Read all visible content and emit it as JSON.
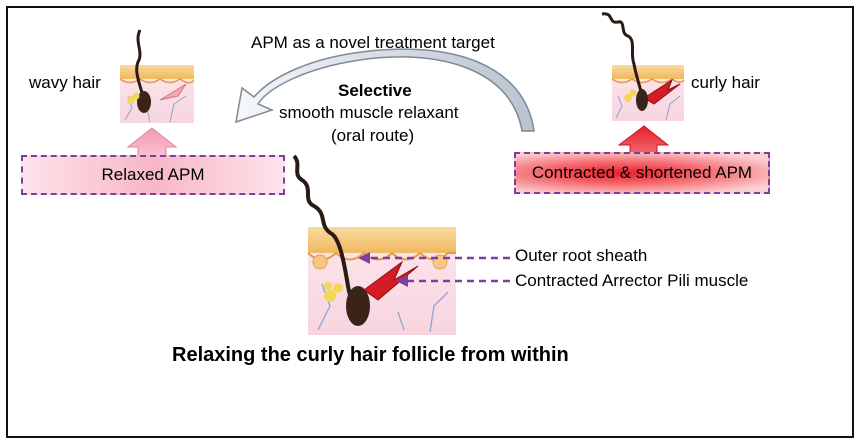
{
  "top_caption": "APM as a novel treatment target",
  "center_text": {
    "line1": "Selective",
    "line2": "smooth muscle relaxant",
    "line3": "(oral route)"
  },
  "left": {
    "hair_label": "wavy hair",
    "box_label": "Relaxed APM"
  },
  "right": {
    "hair_label": "curly hair",
    "box_label": "Contracted & shortened APM"
  },
  "annotations": {
    "outer_root_sheath": "Outer root sheath",
    "contracted_apm": "Contracted Arrector Pili muscle"
  },
  "bottom_caption": "Relaxing the curly hair follicle from within",
  "colors": {
    "dashed_border": "#7a3fa1",
    "relaxed_fill": "#f7b7c6",
    "contracted_fill": "#e8202a",
    "curved_arrow": "#c9d2dc"
  }
}
